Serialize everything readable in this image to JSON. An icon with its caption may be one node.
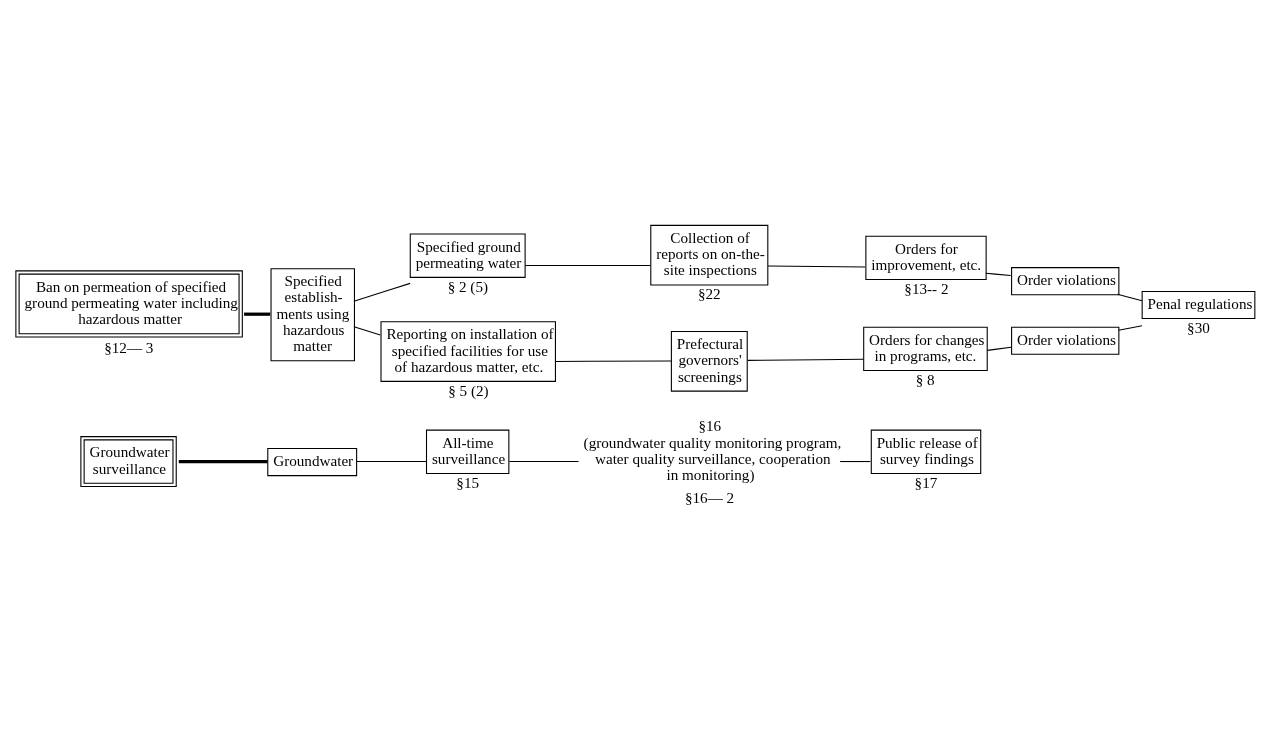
{
  "diagram": {
    "nodes": [
      {
        "text": [
          "Groundwater surveillance"
        ]
      },
      {
        "text": [
          "Groundwater"
        ]
      },
      {
        "text": [
          "All-time surveillance"
        ],
        "beside": [
          "§15"
        ]
      },
      {
        "text": [
          "§16",
          "(groundwater quality monitoring program, water quality surveillance, cooperation in monitoring)"
        ],
        "beside": [
          "§16— 2"
        ]
      },
      {
        "text": [
          "Public release of survey findings"
        ],
        "beside": [
          "§17"
        ]
      },
      {
        "text": [
          "Ban on permeation of specified ground permeating water including hazardous matter"
        ],
        "beside": [
          "§12— 3"
        ]
      },
      {
        "text": [
          "Specified establish-ments using hazardous matter"
        ]
      },
      {
        "text": [
          "Specified ground permeating water"
        ],
        "beside": [
          "§ 2 (5)"
        ]
      },
      {
        "text": [
          "Collection of reports on on-the-site inspections"
        ],
        "beside": [
          "§22"
        ]
      },
      {
        "text": [
          "Orders for improvement, etc."
        ],
        "beside": [
          "§13-- 2"
        ]
      },
      {
        "text": [
          "Order violations"
        ]
      },
      {
        "text": [
          "Reporting on installation of specified facilities for use of hazardous matter, etc."
        ],
        "beside": [
          "§ 5 (2)"
        ]
      },
      {
        "text": [
          "Prefectural governors' screenings"
        ]
      },
      {
        "text": [
          "Orders for changes in programs, etc."
        ],
        "beside": [
          "§ 8"
        ]
      },
      {
        "text": [
          "Order violations"
        ]
      },
      {
        "text": [
          "Penal regulations"
        ],
        "beside": [
          "§30"
        ]
      }
    ],
    "edges": [
      {
        "from": 0,
        "to": 1,
        "arrow": "none",
        "style": "thick"
      },
      {
        "from": 1,
        "to": 2,
        "arrow": "none"
      },
      {
        "from": 2,
        "to": 3,
        "arrow": "none"
      },
      {
        "from": 3,
        "to": 4,
        "arrow": "none"
      },
      {
        "from": 5,
        "to": 6,
        "arrow": "none",
        "style": "thick"
      },
      {
        "from": 6,
        "to": 7,
        "arrow": "none"
      },
      {
        "from": 7,
        "to": 8,
        "arrow": "none"
      },
      {
        "from": 8,
        "to": 9,
        "arrow": "none"
      },
      {
        "from": 9,
        "to": 10,
        "arrow": "none"
      },
      {
        "from": 6,
        "to": 11,
        "arrow": "none"
      },
      {
        "from": 11,
        "to": 12,
        "arrow": "none"
      },
      {
        "from": 12,
        "to": 13,
        "arrow": "none"
      },
      {
        "from": 13,
        "to": 14,
        "arrow": "none"
      },
      {
        "from": 10,
        "to": 15,
        "arrow": "none"
      },
      {
        "from": 14,
        "to": 15,
        "arrow": "none"
      }
    ]
  }
}
